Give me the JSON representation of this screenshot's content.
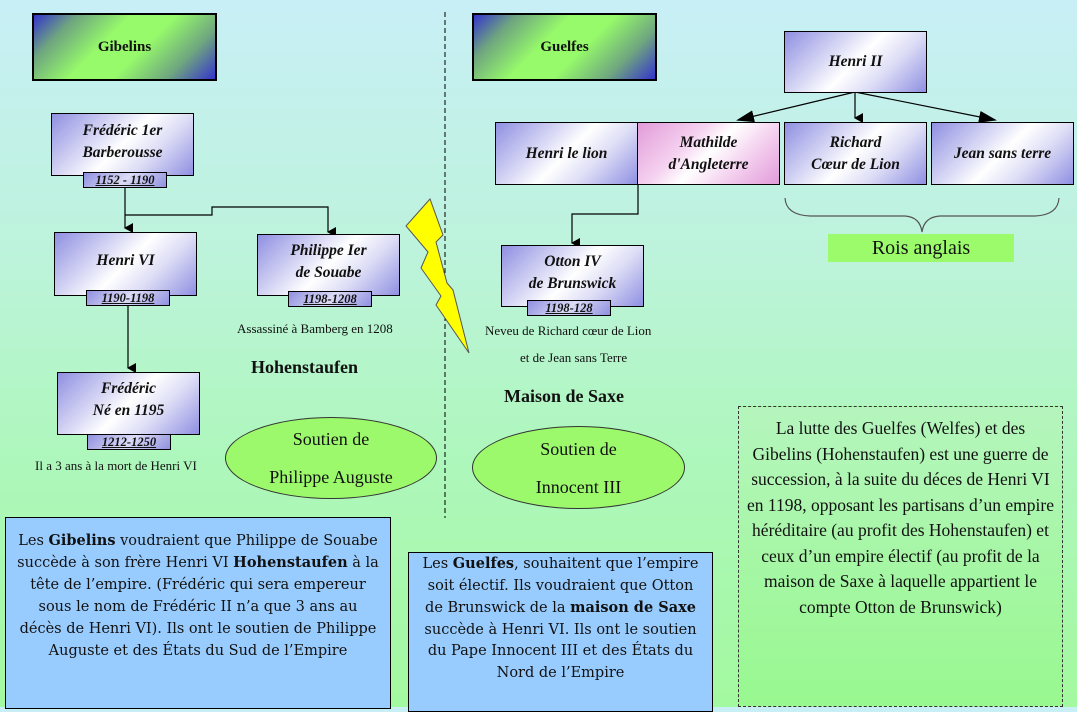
{
  "headers": {
    "gibelins": "Gibelins",
    "guelfes": "Guelfes"
  },
  "persons": {
    "frederic1": {
      "name": "Frédéric 1er\nBarberousse",
      "dates": "1152 - 1190"
    },
    "henri6": {
      "name": "Henri VI",
      "dates": "1190-1198"
    },
    "philippe": {
      "name": "Philippe  Ier\nde Souabe",
      "dates": "1198-1208"
    },
    "frederic2": {
      "name": "Frédéric\nNé en 1195",
      "dates": "1212-1250"
    },
    "henri2": {
      "name": "Henri II"
    },
    "henri_lion": {
      "name": "Henri le lion"
    },
    "mathilde": {
      "name": "Mathilde\nd'Angleterre"
    },
    "richard": {
      "name": "Richard\nCœur de Lion"
    },
    "jean": {
      "name": "Jean sans terre"
    },
    "otton": {
      "name": "Otton IV\nde Brunswick",
      "dates": "1198-128"
    }
  },
  "notes": {
    "philippe_note": "Assassiné à Bamberg en 1208",
    "frederic_note": "Il a 3 ans à la mort de Henri VI",
    "otton_note_1": "Neveu de Richard cœur de Lion",
    "otton_note_2": "et de Jean sans Terre"
  },
  "houses": {
    "left": "Hohenstaufen",
    "right": "Maison de Saxe"
  },
  "support": {
    "left": {
      "line1": "Soutien de",
      "line2": "Philippe Auguste"
    },
    "right": {
      "line1": "Soutien de",
      "line2": "Innocent III"
    }
  },
  "rois_label": "Rois anglais",
  "textboxes": {
    "gibelins": {
      "p1": "Les ",
      "b1": "Gibelins",
      "p2": " voudraient que Philippe de Souabe succède à son frère Henri VI ",
      "b2": "Hohenstaufen",
      "p3": " à la tête de l’empire. (Frédéric qui sera empereur sous le nom de Frédéric II n’a que 3 ans au décès de Henri VI). Ils ont le soutien de Philippe Auguste et des États du Sud de l’Empire"
    },
    "guelfes": {
      "p1": "Les ",
      "b1": "Guelfes",
      "p2": ", souhaitent que l’empire soit électif. Ils voudraient que Otton de Brunswick de la ",
      "b2": "maison de Saxe",
      "p3": " succède à Henri VI. Ils ont le soutien du Pape Innocent III et des États du Nord de l’Empire"
    }
  },
  "summary": "La lutte des Guelfes (Welfes) et des Gibelins (Hohenstaufen)  est une guerre de succession, à la suite du déces de Henri VI en 1198, opposant les partisans d’un empire héréditaire (au profit des Hohenstaufen) et ceux d’un empire électif (au profit de la maison de Saxe à laquelle appartient le compte Otton de Brunswick)",
  "colors": {
    "person_fill": "#8f8fe2",
    "mathilde_fill": "#e29bd9",
    "ellipse_fill": "#9bf96b",
    "textbox_fill": "#99ccfe",
    "lightning": "#ffff00"
  }
}
